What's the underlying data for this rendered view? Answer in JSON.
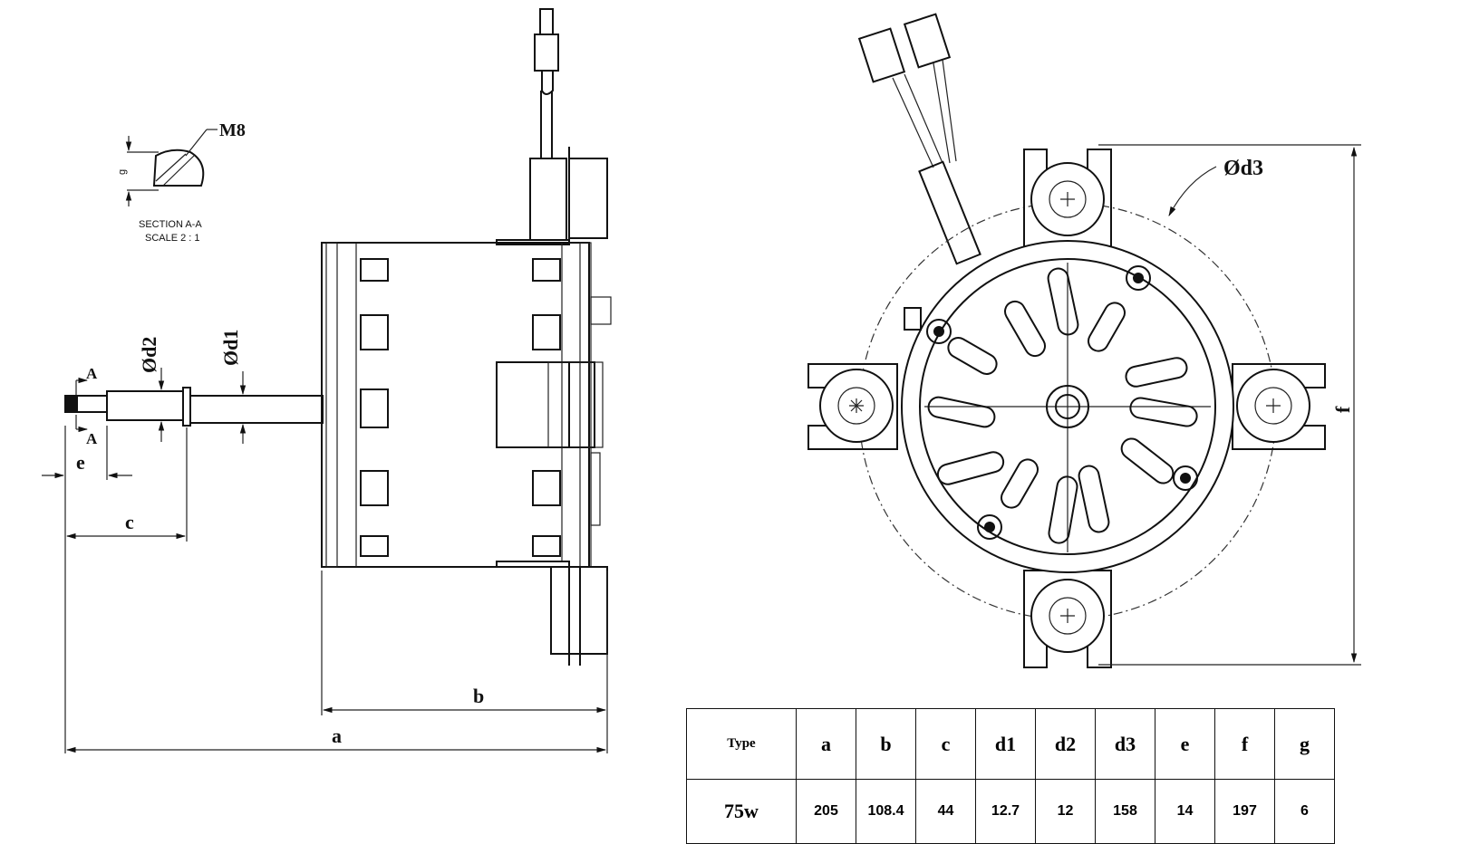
{
  "section_view": {
    "thread_label": "M8",
    "dim_label": "g",
    "section_title": "SECTION A-A",
    "scale_label": "SCALE 2 : 1"
  },
  "side_view": {
    "section_marker": "A",
    "dim_a": "a",
    "dim_b": "b",
    "dim_c": "c",
    "dim_e": "e",
    "dia_d1": "Ød1",
    "dia_d2": "Ød2"
  },
  "front_view": {
    "dia_d3": "Ød3",
    "dim_f": "f"
  },
  "table": {
    "headers": [
      "Type",
      "a",
      "b",
      "c",
      "d1",
      "d2",
      "d3",
      "e",
      "f",
      "g"
    ],
    "rows": [
      [
        "75w",
        "205",
        "108.4",
        "44",
        "12.7",
        "12",
        "158",
        "14",
        "197",
        "6"
      ]
    ]
  }
}
